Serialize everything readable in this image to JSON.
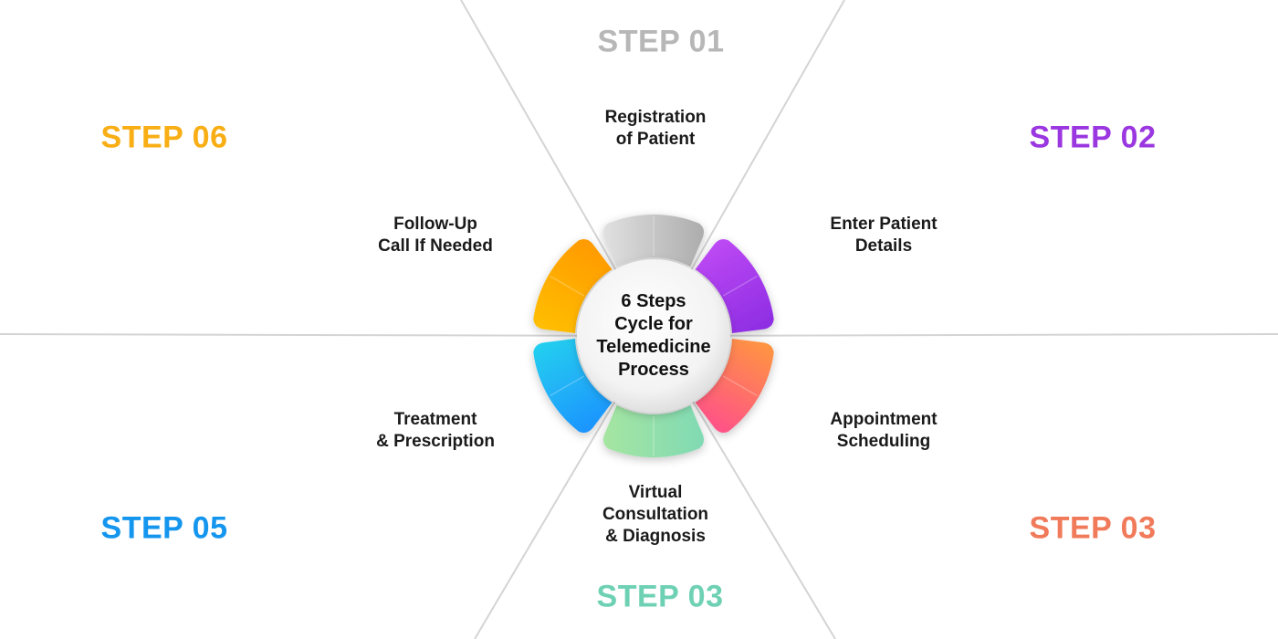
{
  "steps": [
    {
      "label": "STEP 01",
      "desc_lines": [
        "Registration",
        "of Patient"
      ],
      "color": "#B7B7B7",
      "from": "#E4E4E4",
      "to": "#A9A9A9"
    },
    {
      "label": "STEP 02",
      "desc_lines": [
        "Enter Patient",
        "Details"
      ],
      "color": "#9B37E0",
      "from": "#C04BF5",
      "to": "#8A2BE2"
    },
    {
      "label": "STEP 03",
      "desc_lines": [
        "Appointment",
        "Scheduling"
      ],
      "color": "#F07A5A",
      "from": "#FF9A3C",
      "to": "#FF4D8D"
    },
    {
      "label": "STEP 03",
      "desc_lines": [
        "Virtual",
        "Consultation",
        "& Diagnosis"
      ],
      "color": "#6ED1B4",
      "from": "#7ED9B5",
      "to": "#A8E6A0"
    },
    {
      "label": "STEP 05",
      "desc_lines": [
        "Treatment",
        "& Prescription"
      ],
      "color": "#1596EE",
      "from": "#1E90FF",
      "to": "#22D3EE"
    },
    {
      "label": "STEP 06",
      "desc_lines": [
        "Follow-Up",
        "Call If Needed"
      ],
      "color": "#F8AE14",
      "from": "#FFC107",
      "to": "#FF9800"
    }
  ],
  "center": {
    "lines": [
      "6 Steps",
      "Cycle for",
      "Telemedicine",
      "Process"
    ]
  }
}
